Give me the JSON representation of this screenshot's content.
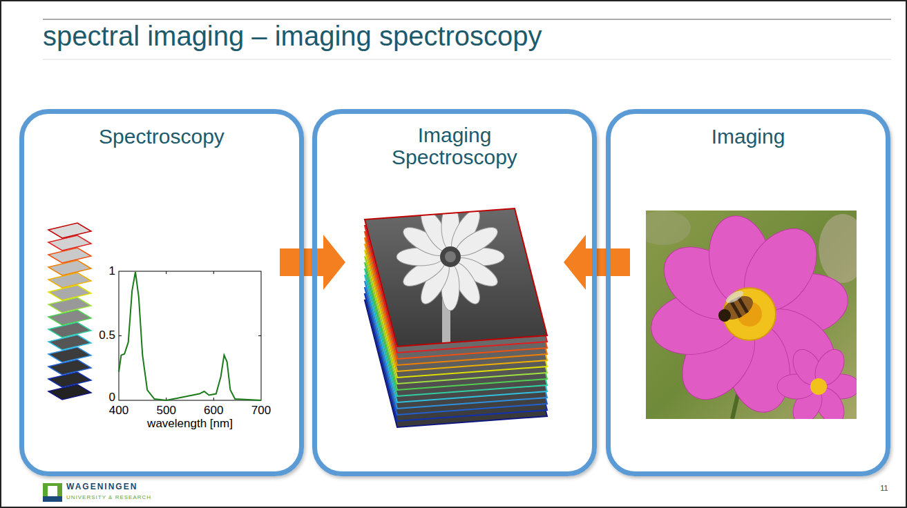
{
  "diagram": {
    "title": "spectral imaging – imaging spectroscopy",
    "nodes": [
      {
        "text": [
          "Spectroscopy"
        ]
      },
      {
        "text": [
          "Imaging Spectroscopy"
        ]
      },
      {
        "text": [
          "Imaging"
        ]
      }
    ],
    "edges": [
      {
        "from": 0,
        "to": 1,
        "arrow": "to"
      },
      {
        "from": 2,
        "to": 1,
        "arrow": "to"
      }
    ],
    "labels": [
      "1",
      "0.5",
      "0",
      "400",
      "500",
      "600",
      "700",
      "wavelength [nm]",
      "WAGENINGEN",
      "UNIVERSITY & RESEARCH",
      "11"
    ]
  }
}
